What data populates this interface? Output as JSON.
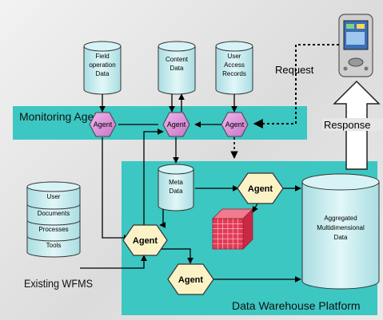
{
  "regions": {
    "monitoring": "Monitoring Agents",
    "warehouse": "Data Warehouse Platform",
    "existing": "Existing WFMS"
  },
  "databases": {
    "field_operation": [
      "Field",
      "operation",
      "Data"
    ],
    "content": [
      "Content",
      "Data"
    ],
    "user_access": [
      "User",
      "Access",
      "Records"
    ],
    "meta": [
      "Meta",
      "Data"
    ],
    "aggregated": [
      "Aggregated",
      "Multidimensional",
      "Data"
    ]
  },
  "wfms_stack": [
    "User",
    "Documents",
    "Processes",
    "Tools"
  ],
  "agents": {
    "label_small": "Agent",
    "label_large": "Agent"
  },
  "flows": {
    "request": "Request",
    "response": "Response"
  },
  "colors": {
    "teal": "#3cc7c2",
    "agent_pink": "#d88bd6",
    "agent_cream": "#fbf3c6",
    "database_fill": "#c9eef0",
    "cube": "#e23a55"
  },
  "icons": {
    "pda": "pda-device-icon",
    "cube": "data-cube-icon"
  }
}
